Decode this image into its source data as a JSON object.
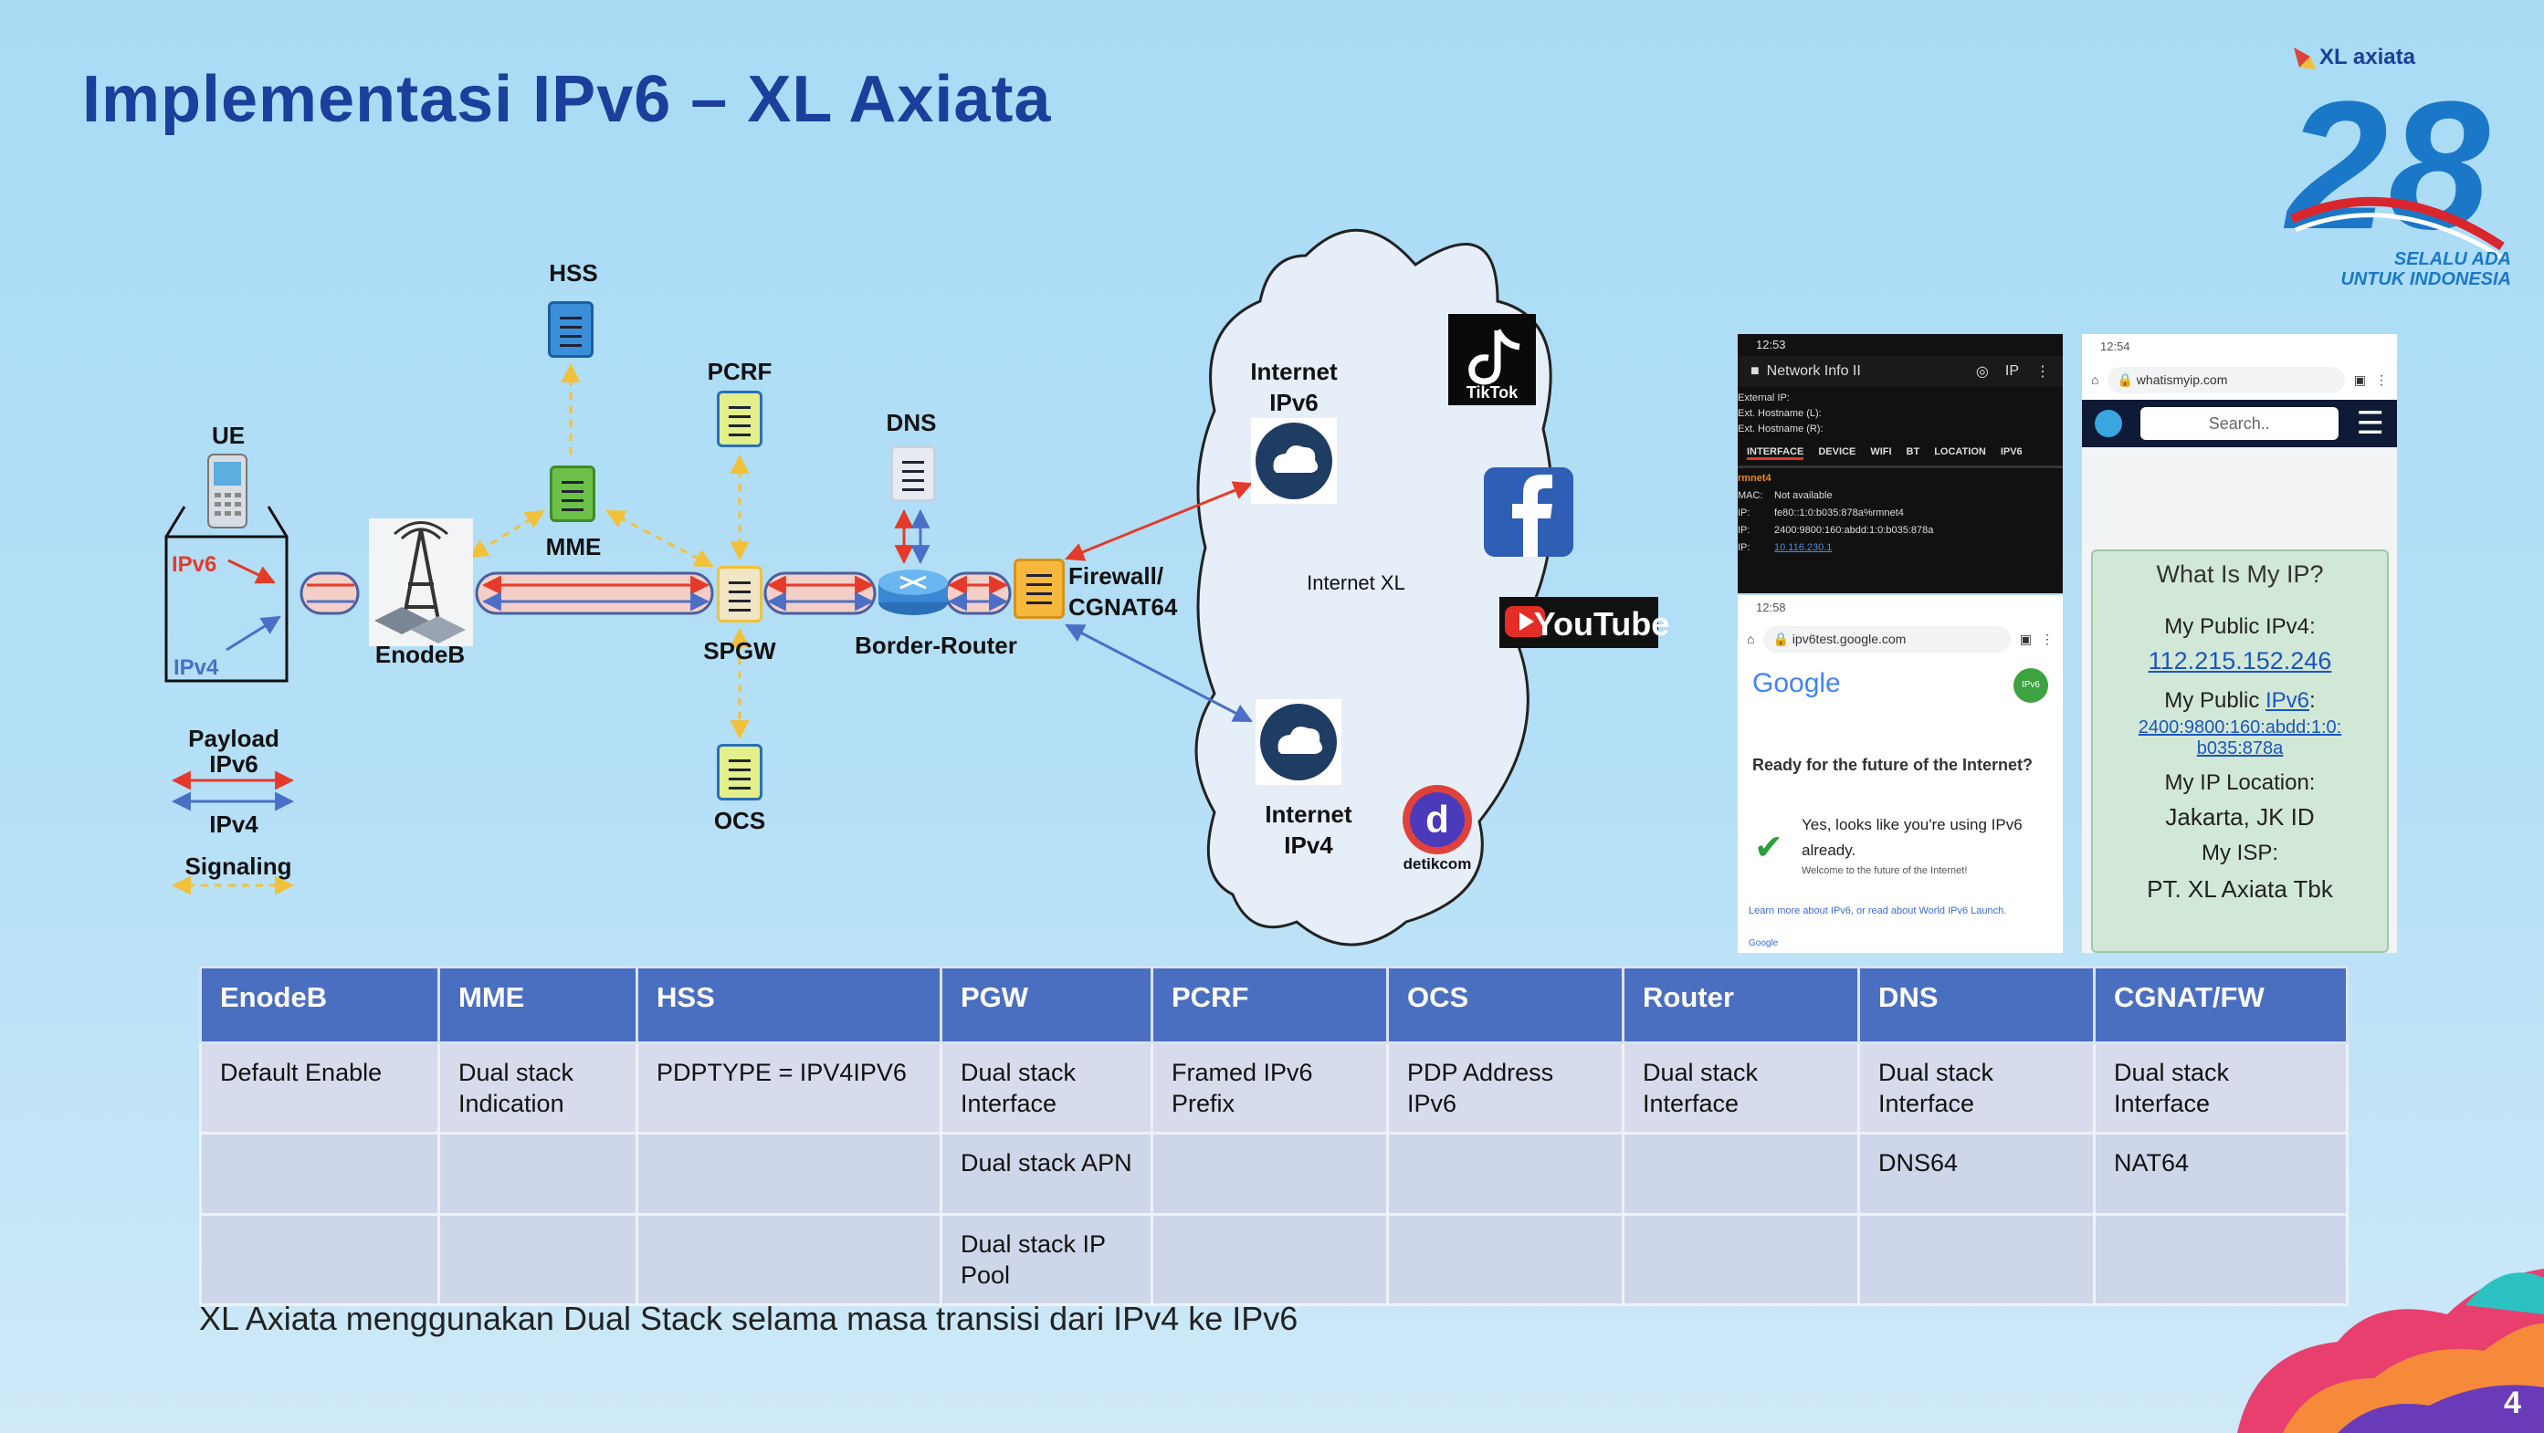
{
  "title": "Implementasi IPv6 – XL Axiata",
  "logo": {
    "brand": "XL axiata",
    "number": "28",
    "tagline_1": "SELALU ADA",
    "tagline_2": "UNTUK INDONESIA"
  },
  "diagram": {
    "ue": "UE",
    "ue_ipv6": "IPv6",
    "ue_ipv4": "IPv4",
    "enodeb": "EnodeB",
    "hss": "HSS",
    "mme": "MME",
    "pcrf": "PCRF",
    "spgw": "SPGW",
    "ocs": "OCS",
    "dns": "DNS",
    "border_router": "Border-Router",
    "firewall": "Firewall/\nCGNAT64",
    "internet_ipv6": "Internet\nIPv6",
    "internet_ipv4": "Internet\nIPv4",
    "internet_xl": "Internet XL",
    "legend_payload": "Payload",
    "legend_ipv6": "IPv6",
    "legend_ipv4": "IPv4",
    "legend_signaling": "Signaling",
    "app_tiktok": "TikTok",
    "app_youtube": "YouTube",
    "app_detik": "detikcom",
    "colors": {
      "ipv6": "#e53a2a",
      "ipv4": "#4b6fc6",
      "signaling": "#f2c13a"
    }
  },
  "phone1": {
    "time": "12:53",
    "app_title": "Network Info II",
    "ip_btn": "IP",
    "rows": [
      "External IP:",
      "Ext. Hostname (L):",
      "Ext. Hostname (R):"
    ],
    "tabs": [
      "INTERFACE",
      "DEVICE",
      "WIFI",
      "BT",
      "LOCATION",
      "IPV6"
    ],
    "iface": "rmnet4",
    "mac_label": "MAC:",
    "mac_val": "Not available",
    "ip1_label": "IP:",
    "ip1_val": "fe80::1:0:b035:878a%rmnet4",
    "ip2_label": "IP:",
    "ip2_val": "2400:9800:160:abdd:1:0:b035:878a",
    "ip3_label": "IP:",
    "ip3_val": "10.116.230.1"
  },
  "phone2": {
    "time": "12:58",
    "url": "ipv6test.google.com",
    "logo": "Google",
    "badge": "IPv6",
    "heading": "Ready for the future of the Internet?",
    "msg": "Yes, looks like you're using IPv6 already.",
    "small": "Welcome to the future of the Internet!",
    "learn": "Learn more about IPv6, or read about World IPv6 Launch.",
    "footer": "Google"
  },
  "phone3": {
    "time": "12:54",
    "url": "whatismyip.com",
    "search": "Search..",
    "heading": "What Is My IP?",
    "ipv4_label": "My Public IPv4:",
    "ipv4": "112.215.152.246",
    "ipv6_label_prefix": "My Public ",
    "ipv6_label_link": "IPv6",
    "ipv6_label_suffix": ":",
    "ipv6_line1": "2400:9800:160:abdd:1:0:",
    "ipv6_line2": "b035:878a",
    "loc_label": "My IP Location:",
    "loc": "Jakarta, JK ID",
    "isp_label": "My ISP:",
    "isp": "PT. XL Axiata Tbk"
  },
  "table": {
    "headers": [
      "EnodeB",
      "MME",
      "HSS",
      "PGW",
      "PCRF",
      "OCS",
      "Router",
      "DNS",
      "CGNAT/FW"
    ],
    "rows": [
      [
        "Default Enable",
        "Dual stack\nIndication",
        "PDPTYPE = IPV4IPV6",
        "Dual stack\nInterface",
        "Framed IPv6\nPrefix",
        "PDP Address IPv6",
        "Dual stack\nInterface",
        "Dual stack\nInterface",
        "Dual stack\nInterface"
      ],
      [
        "",
        "",
        "",
        "Dual stack APN",
        "",
        "",
        "",
        "DNS64",
        "NAT64"
      ],
      [
        "",
        "",
        "",
        "Dual stack IP\nPool",
        "",
        "",
        "",
        "",
        ""
      ]
    ]
  },
  "footer": "XL Axiata menggunakan Dual Stack selama masa transisi dari IPv4 ke IPv6",
  "page_number": "4"
}
